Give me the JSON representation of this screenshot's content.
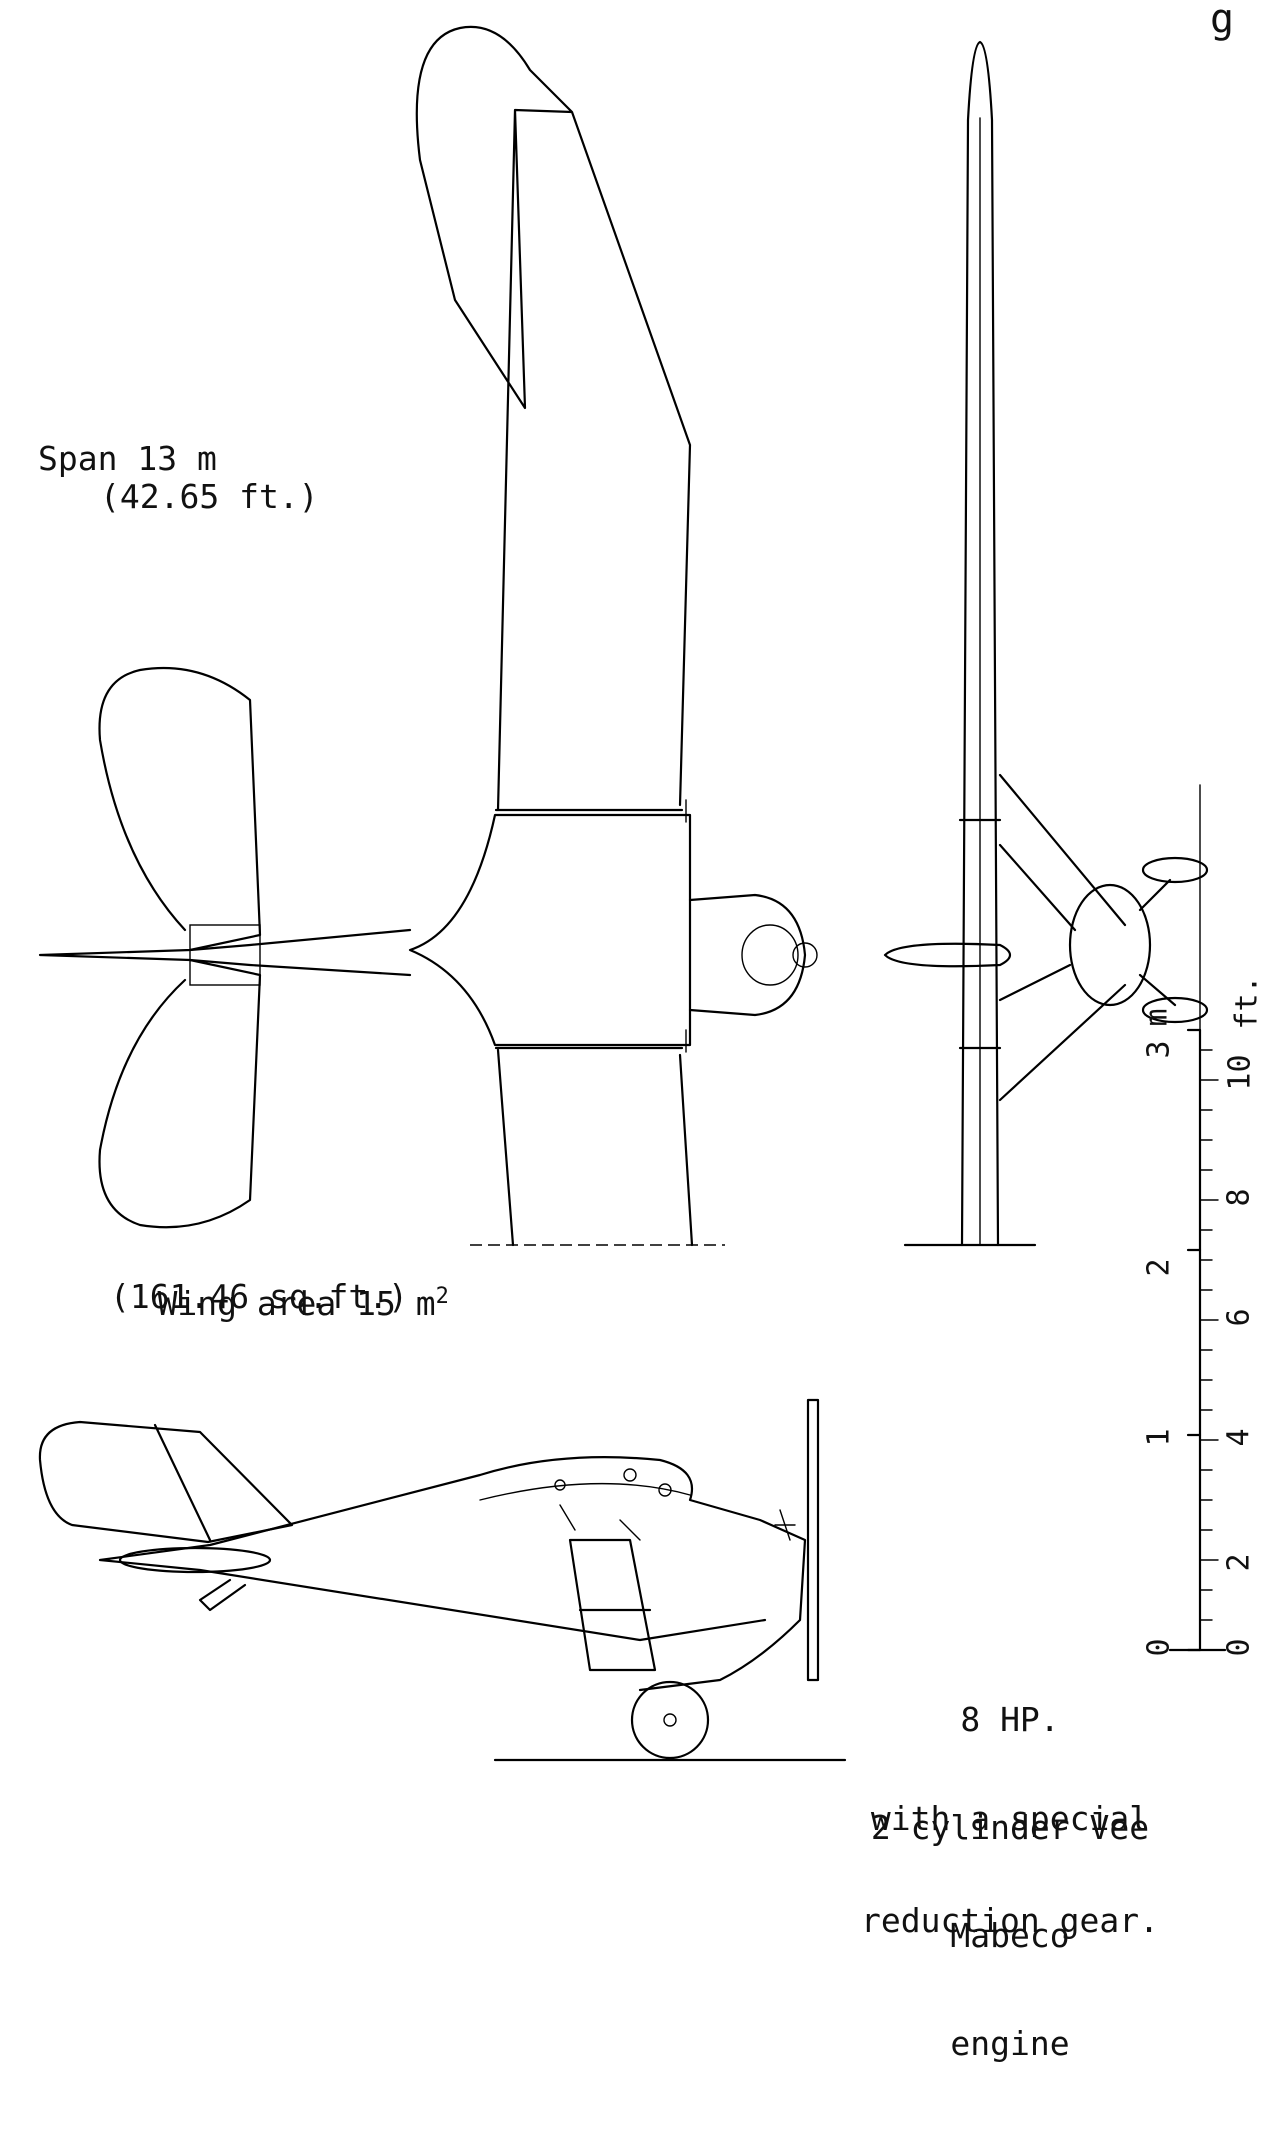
{
  "header_mark": "g",
  "span": {
    "line1": "Span 13 m",
    "line2": "(42.65 ft.)"
  },
  "wing_area": {
    "label": "Wing area 15 m",
    "exponent": "2",
    "line2": "(161.46 sq.ft.)"
  },
  "engine_note": {
    "lines": [
      "8 HP.",
      "2 cylinder Vee",
      "Mabeco",
      "engine",
      "with a special",
      "reduction gear."
    ]
  },
  "scale": {
    "metric_unit": "m",
    "imperial_unit": "ft.",
    "metric_ticks": [
      "0",
      "1",
      "2",
      "3"
    ],
    "imperial_ticks": [
      "0",
      "2",
      "4",
      "6",
      "8",
      "10"
    ]
  }
}
